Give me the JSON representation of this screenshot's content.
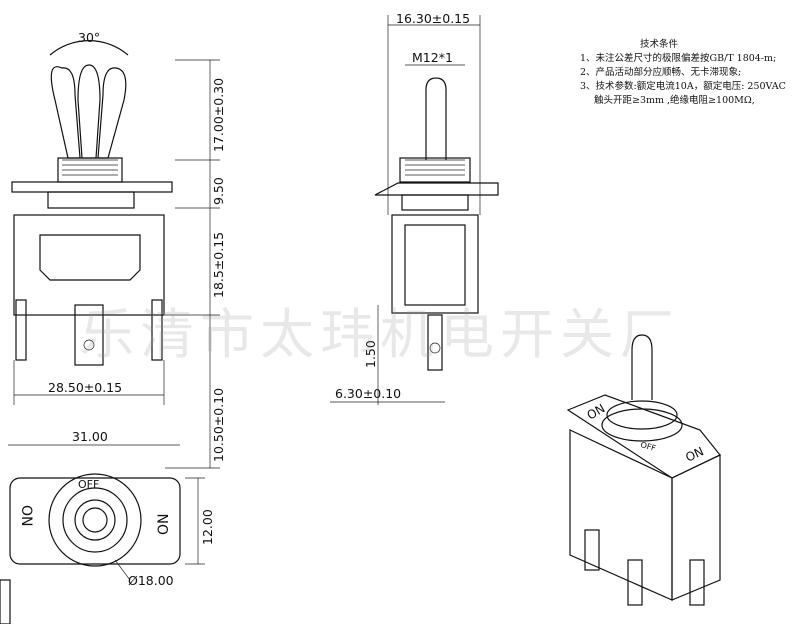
{
  "notes": {
    "title": "技术条件",
    "lines": [
      "1、未注公差尺寸的极限偏差按GB/T 1804-m;",
      "2、产品活动部分应顺畅、无卡滞现象;",
      "3、技术参数:额定电流10A，额定电压: 250VAC",
      "触头开距≥3mm ,绝缘电阻≥100MΩ,"
    ]
  },
  "watermark": "乐清市太玮机电开关厂",
  "dimensions": {
    "angle": "30°",
    "width_side": "16.30±0.15",
    "thread": "M12*1",
    "lever_height": "17.00±0.30",
    "bushing_height": "9.50",
    "body_height": "18.5±0.15",
    "body_width": "28.50±0.15",
    "terminal_length": "10.50±0.10",
    "terminal_thickness": "1.50",
    "terminal_width": "6.30±0.10",
    "plate_width": "31.00",
    "plate_height": "12.00",
    "nut_diameter": "Ø18.00"
  },
  "labels": {
    "off": "OFF",
    "on": "ON"
  }
}
